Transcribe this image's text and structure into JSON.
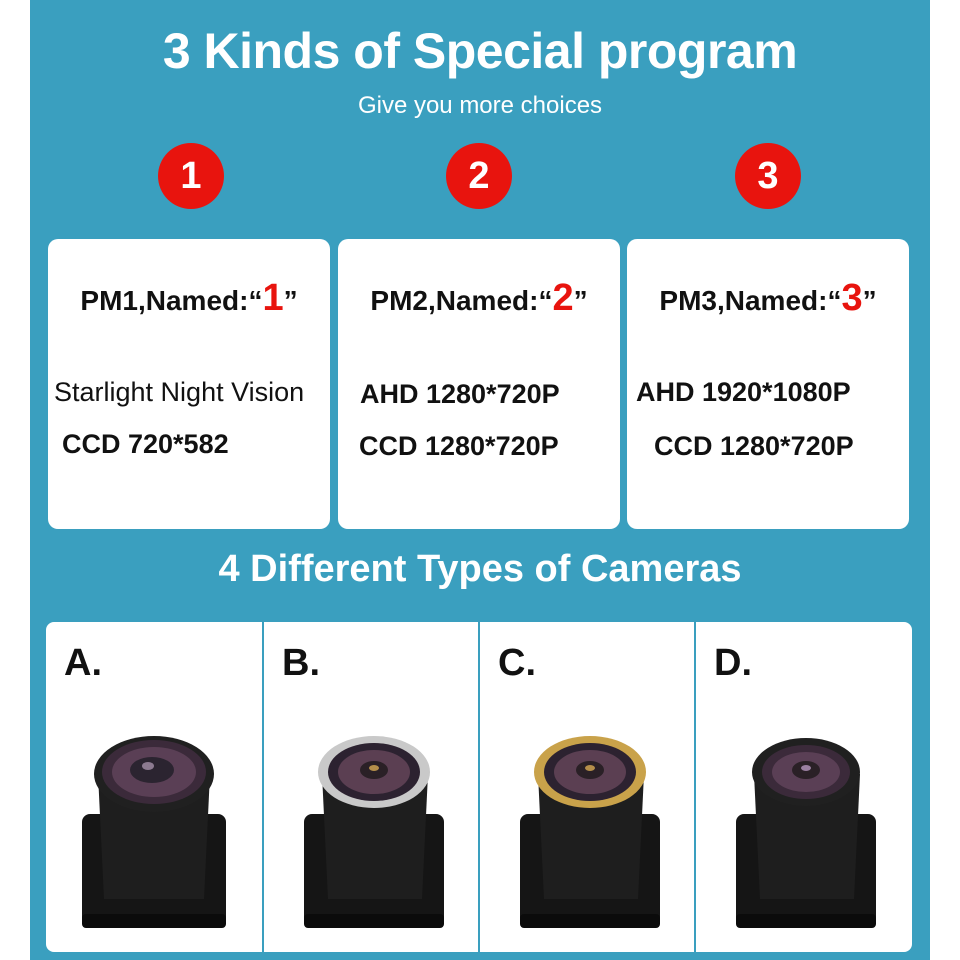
{
  "header": {
    "title": "3 Kinds of Special program",
    "subtitle": "Give you more choices"
  },
  "programs": [
    {
      "badge": "1",
      "name_prefix": "PM1,Named:“",
      "name_num": "1",
      "name_suffix": "”",
      "line1": "Starlight Night Vision",
      "line2": "CCD 720*582"
    },
    {
      "badge": "2",
      "name_prefix": "PM2,Named:“",
      "name_num": "2",
      "name_suffix": "”",
      "line1": "AHD 1280*720P",
      "line2": "CCD 1280*720P"
    },
    {
      "badge": "3",
      "name_prefix": "PM3,Named:“",
      "name_num": "3",
      "name_suffix": "”",
      "line1": "AHD 1920*1080P",
      "line2": "CCD 1280*720P"
    }
  ],
  "cameras": {
    "title": "4 Different Types of Cameras",
    "items": [
      {
        "letter": "A.",
        "ring": "black"
      },
      {
        "letter": "B.",
        "ring": "silver"
      },
      {
        "letter": "C.",
        "ring": "gold"
      },
      {
        "letter": "D.",
        "ring": "black"
      }
    ]
  },
  "colors": {
    "background": "#3a9fbf",
    "badge_red": "#e8140e",
    "silver_ring": "#c9c9c9",
    "gold_ring": "#c9a24a"
  }
}
